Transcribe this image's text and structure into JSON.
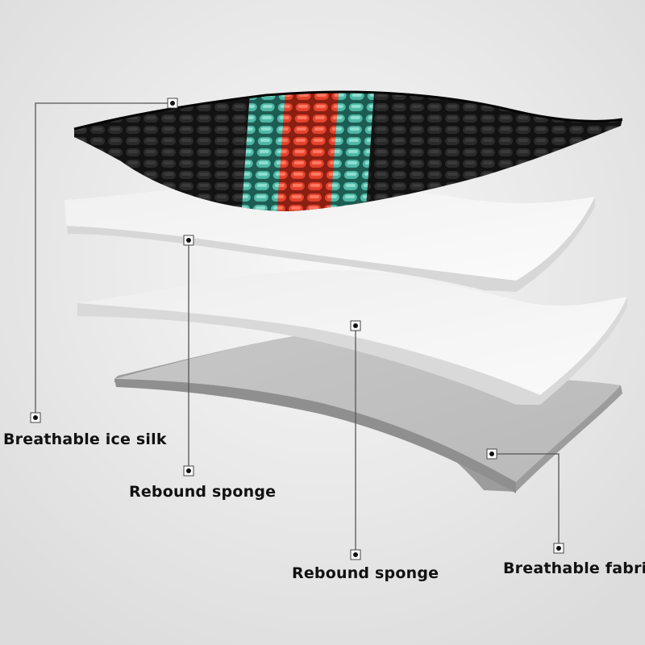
{
  "labels": {
    "top_layer": "Breathable ice silk",
    "second_layer": "Rebound sponge",
    "third_layer": "Rebound sponge",
    "bottom_layer": "Breathable fabric"
  },
  "colors": {
    "background": "#ececec",
    "top_fabric_base": "#151515",
    "stripe_teal": "#4fb8a6",
    "stripe_red": "#e5432d",
    "sponge_white": "#f4f4f4",
    "fabric_gray": "#c9c9c9",
    "leader_line": "#555555"
  }
}
